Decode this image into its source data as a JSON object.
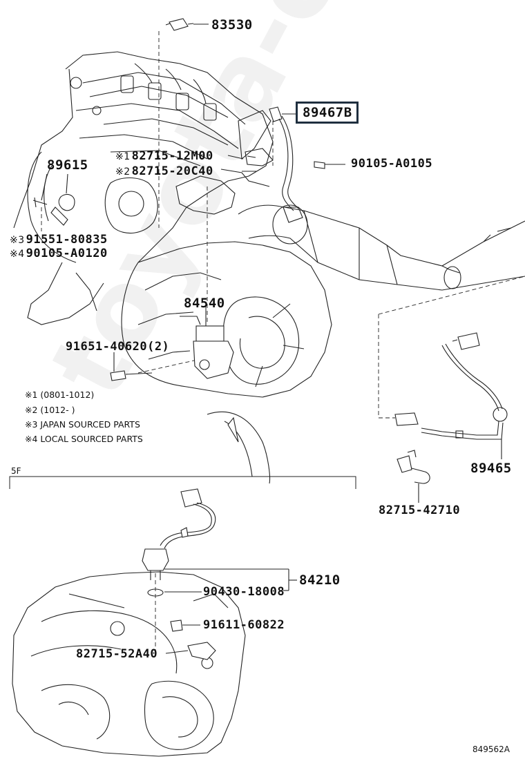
{
  "watermark": "toyota-camry.ru",
  "parts": {
    "p83530": "83530",
    "p89467b": "89467B",
    "p82715_12m00": "82715-12M00",
    "p82715_20c40": "82715-20C40",
    "mark1": "※1",
    "mark2": "※2",
    "mark3": "※3",
    "mark4": "※4",
    "p89615": "89615",
    "p90105_a0105": "90105-A0105",
    "p91551_80835": "91551-80835",
    "p90105_a0120": "90105-A0120",
    "p84540": "84540",
    "p91651_40620": "91651-40620(2)",
    "p89465": "89465",
    "p82715_42710": "82715-42710",
    "p84210": "84210",
    "p90430_18008": "90430-18008",
    "p91611_60822": "91611-60822",
    "p82715_52a40": "82715-52A40"
  },
  "notes": {
    "n1": "※1 (0801-1012)",
    "n2": "※2 (1012-      )",
    "n3": "※3 JAPAN SOURCED PARTS",
    "n4": "※4 LOCAL SOURCED PARTS"
  },
  "section_label": "5F",
  "figure_id": "849562A"
}
